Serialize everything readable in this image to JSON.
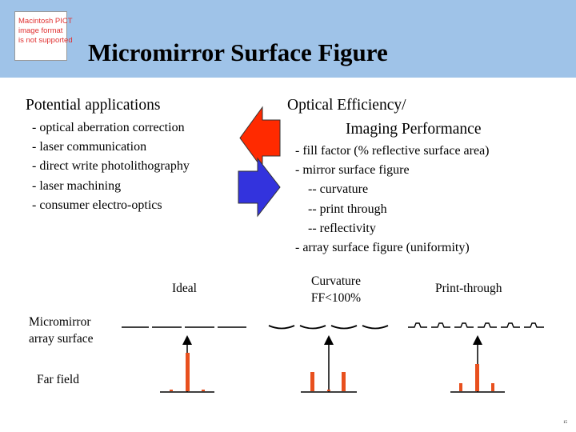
{
  "pict_placeholder": {
    "lines": [
      "Macintosh PICT",
      "image format",
      "is not supported"
    ]
  },
  "title": "Micromirror Surface Figure",
  "left": {
    "heading": "Potential applications",
    "items": [
      "- optical aberration correction",
      "- laser communication",
      "- direct write photolithography",
      "- laser machining",
      "- consumer electro-optics"
    ]
  },
  "right": {
    "heading_line1": "Optical Efficiency/",
    "heading_line2": "Imaging Performance",
    "items": [
      "- fill factor (% reflective surface area)",
      "- mirror surface figure",
      "-- curvature",
      "-- print through",
      "-- reflectivity",
      "- array surface figure (uniformity)"
    ]
  },
  "figure": {
    "col_ideal": "Ideal",
    "col_curvature_line1": "Curvature",
    "col_curvature_line2": "FF<100%",
    "col_print": "Print-through",
    "row_surface_line1": "Micromirror",
    "row_surface_line2": "array surface",
    "row_far_field": "Far field"
  },
  "colors": {
    "header_bg": "#9fc3e8",
    "arrow_left": "#ff2a00",
    "arrow_right": "#3333dd",
    "peak": "#e8501e"
  },
  "page_number": "15"
}
